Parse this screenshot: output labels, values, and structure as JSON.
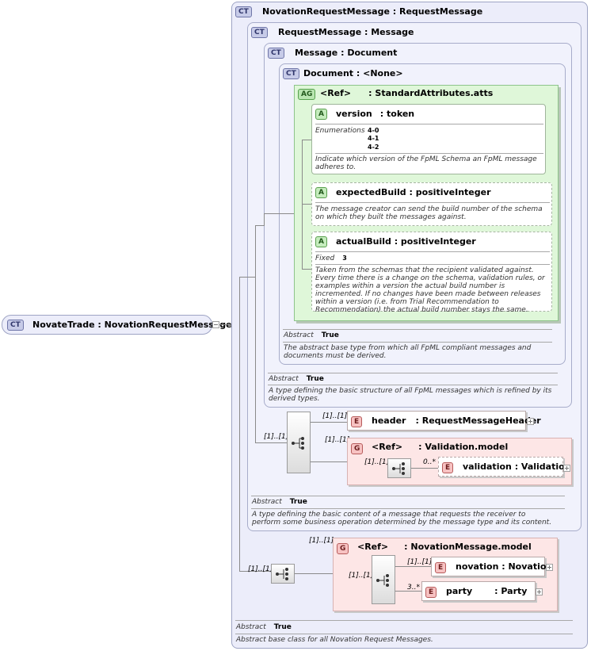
{
  "root": {
    "badge": "CT",
    "name": "NovateTrade",
    "type": "NovationRequestMessage"
  },
  "ct_novation": {
    "badge": "CT",
    "name": "NovationRequestMessage",
    "type": "RequestMessage",
    "abstract_label": "Abstract",
    "abstract_value": "True",
    "doc": "Abstract base class for all Novation Request Messages."
  },
  "ct_request": {
    "badge": "CT",
    "name": "RequestMessage",
    "type": "Message",
    "abstract_label": "Abstract",
    "abstract_value": "True",
    "doc": "A type defining the basic content of a message that requests the receiver to perform some business operation determined by the message type and its content."
  },
  "ct_message": {
    "badge": "CT",
    "name": "Message",
    "type": "Document",
    "abstract_label": "Abstract",
    "abstract_value": "True",
    "doc": "A type defining the basic structure of all FpML messages which is refined by its derived types."
  },
  "ct_document": {
    "badge": "CT",
    "name": "Document",
    "type": "<None>",
    "abstract_label": "Abstract",
    "abstract_value": "True",
    "doc": "The abstract base type from which all FpML compliant messages and documents must be derived."
  },
  "attr_group": {
    "badge": "AG",
    "ref": "<Ref>",
    "name": "StandardAttributes.atts"
  },
  "attr_version": {
    "badge": "A",
    "name": "version",
    "type": "token",
    "enum_label": "Enumerations",
    "enums": [
      "4-0",
      "4-1",
      "4-2"
    ],
    "doc": "Indicate which version of the FpML Schema an FpML message adheres to."
  },
  "attr_expected": {
    "badge": "A",
    "name": "expectedBuild",
    "type": "positiveInteger",
    "doc": "The message creator can send the build number of the schema on which they built the messages against."
  },
  "attr_actual": {
    "badge": "A",
    "name": "actualBuild",
    "type": "positiveInteger",
    "fixed_label": "Fixed",
    "fixed_value": "3",
    "doc": "Taken from the schemas that the recipient validated against. Every time there is a change on the schema, validation rules, or examples within a version the actual build number is incremented. If no changes have been made between releases within a version (i.e. from Trial Recommendation to Recommendation) the actual build number stays the same."
  },
  "el_header": {
    "badge": "E",
    "name": "header",
    "type": "RequestMessageHeader",
    "card": "[1]..[1]"
  },
  "grp_validation": {
    "badge": "G",
    "ref": "<Ref>",
    "name": "Validation.model",
    "card": "[1]..[1]"
  },
  "el_validation": {
    "badge": "E",
    "name": "validation",
    "type": "Validation",
    "card": "0..*"
  },
  "seq_request_card": "[1]..[1]",
  "seq_validation_card": "[1]..[1]",
  "grp_novation": {
    "badge": "G",
    "ref": "<Ref>",
    "name": "NovationMessage.model",
    "card": "[1]..[1]"
  },
  "seq_novation_card": "[1]..[1]",
  "seq_novation_inner_card": "[1]..[1]",
  "el_novation": {
    "badge": "E",
    "name": "novation",
    "type": "Novation",
    "card": "[1]..[1]"
  },
  "el_party": {
    "badge": "E",
    "name": "party",
    "type": "Party",
    "card": "3..*"
  }
}
